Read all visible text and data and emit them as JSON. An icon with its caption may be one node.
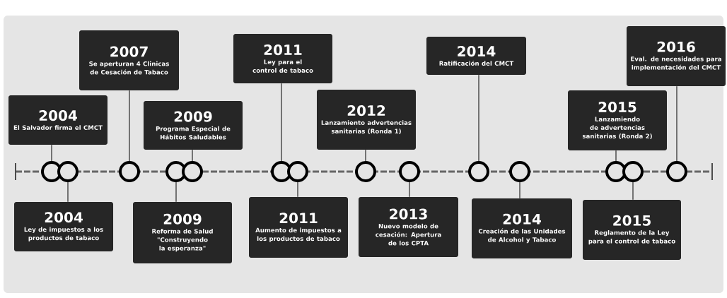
{
  "diagram": {
    "nodes": [
      {
        "text": [
          "2004",
          "El Salvador firma el CMCT"
        ]
      },
      {
        "text": [
          "2007",
          "Se aperturan 4 Clinicas de Cesación de Tabaco"
        ]
      },
      {
        "text": [
          "2009",
          "Programa Especial de Hábitos Saludables"
        ]
      },
      {
        "text": [
          "2011",
          "Ley para el control de tabaco"
        ]
      },
      {
        "text": [
          "2012",
          "Lanzamiento advertencias sanitarias (Ronda 1)"
        ]
      },
      {
        "text": [
          "2014",
          "Ratificación del CMCT"
        ]
      },
      {
        "text": [
          "2015",
          "Lanzamiendo de advertencias sanitarias (Ronda 2)"
        ]
      },
      {
        "text": [
          "2016",
          "Eval. de necesidades para implementación del CMCT"
        ]
      },
      {
        "text": [],
        "shape": "circle"
      },
      {
        "text": [],
        "shape": "circle"
      },
      {
        "text": [],
        "shape": "circle"
      },
      {
        "text": [],
        "shape": "circle"
      },
      {
        "text": [],
        "shape": "circle"
      },
      {
        "text": [],
        "shape": "circle"
      },
      {
        "text": [],
        "shape": "circle"
      },
      {
        "text": [],
        "shape": "circle"
      },
      {
        "text": [],
        "shape": "circle"
      },
      {
        "text": [],
        "shape": "circle"
      },
      {
        "text": [],
        "shape": "circle"
      },
      {
        "text": [],
        "shape": "circle"
      },
      {
        "text": [],
        "shape": "circle"
      },
      {
        "text": [],
        "shape": "circle"
      },
      {
        "text": [
          "2004",
          "Ley de impuestos a los productos de tabaco"
        ]
      },
      {
        "text": [
          "2009",
          "Reforma de Salud \"Construyendo la esperanza\""
        ]
      },
      {
        "text": [
          "2011",
          "Aumento de impuestos a los productos de tabaco"
        ]
      },
      {
        "text": [
          "2013",
          "Nuevo modelo de cesación: Apertura de los CPTA"
        ]
      },
      {
        "text": [
          "2014",
          "Creación de las Unidades de Alcohol y Tabaco"
        ]
      },
      {
        "text": [
          "2015",
          "Reglamento de la Ley para el control de tabaco"
        ]
      }
    ],
    "edges": [
      {
        "from": 0,
        "to": 8,
        "arrow": "none"
      },
      {
        "from": 1,
        "to": 10,
        "arrow": "none"
      },
      {
        "from": 2,
        "to": 12,
        "arrow": "none"
      },
      {
        "from": 3,
        "to": 13,
        "arrow": "none"
      },
      {
        "from": 4,
        "to": 15,
        "arrow": "none"
      },
      {
        "from": 5,
        "to": 17,
        "arrow": "none"
      },
      {
        "from": 6,
        "to": 19,
        "arrow": "none"
      },
      {
        "from": 7,
        "to": 21,
        "arrow": "none"
      },
      {
        "from": 22,
        "to": 9,
        "arrow": "none"
      },
      {
        "from": 23,
        "to": 11,
        "arrow": "none"
      },
      {
        "from": 24,
        "to": 14,
        "arrow": "none"
      },
      {
        "from": 25,
        "to": 16,
        "arrow": "none"
      },
      {
        "from": 26,
        "to": 18,
        "arrow": "none"
      },
      {
        "from": 27,
        "to": 20,
        "arrow": "none"
      }
    ]
  }
}
